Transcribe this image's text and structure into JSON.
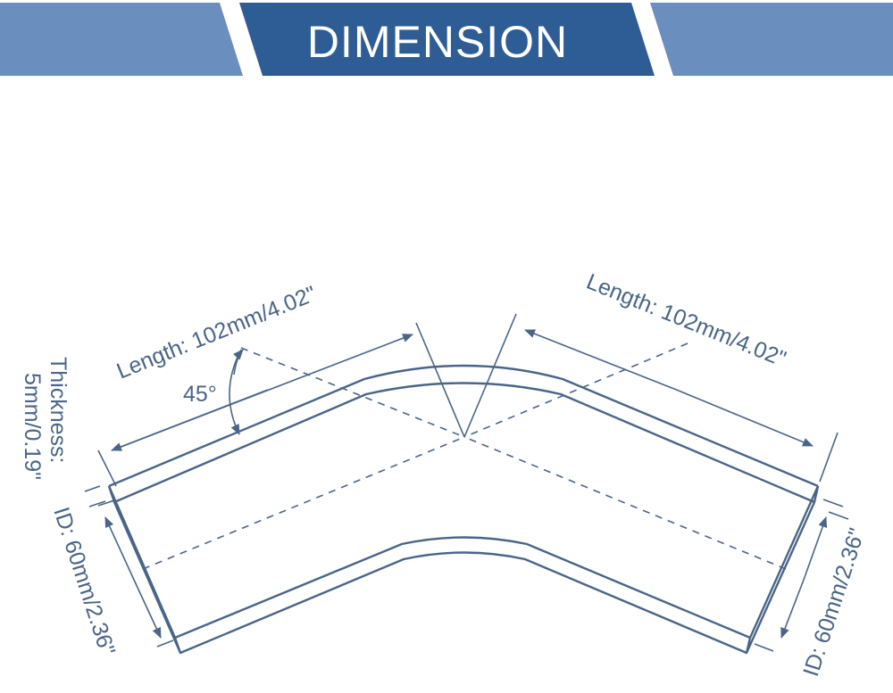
{
  "banner": {
    "title": "DIMENSION",
    "color_main": "#2e5c95",
    "color_side": "#6a8fbf"
  },
  "labels": {
    "length_left": "Length: 102mm/4.02\"",
    "length_right": "Length: 102mm/4.02\"",
    "angle": "45°",
    "thickness_line1": "Thickness:",
    "thickness_line2": "5mm/0.19\"",
    "id_left": "ID: 60mm/2.36\"",
    "id_right": "ID: 60mm/2.36\""
  },
  "colors": {
    "line": "#4a6587"
  }
}
